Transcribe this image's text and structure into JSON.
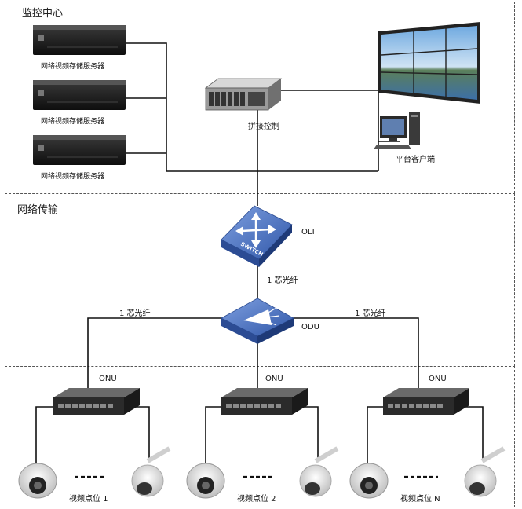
{
  "sections": {
    "monitoring_center": "监控中心",
    "network_transport": "网络传输"
  },
  "nodes": {
    "nvr_label": "网络视频存储服务器",
    "splice_control": "拼接控制",
    "platform_client": "平台客户端",
    "olt": "OLT",
    "odu": "ODU",
    "onu": "ONU",
    "fiber": "1 芯光纤",
    "video_point_1": "视频点位 1",
    "video_point_2": "视频点位 2",
    "video_point_n": "视频点位 N",
    "switch_text": "SWITCH"
  },
  "colors": {
    "line": "#111111",
    "switch_blue": "#3a62b5",
    "nvr_body": "#1c1c1c"
  }
}
